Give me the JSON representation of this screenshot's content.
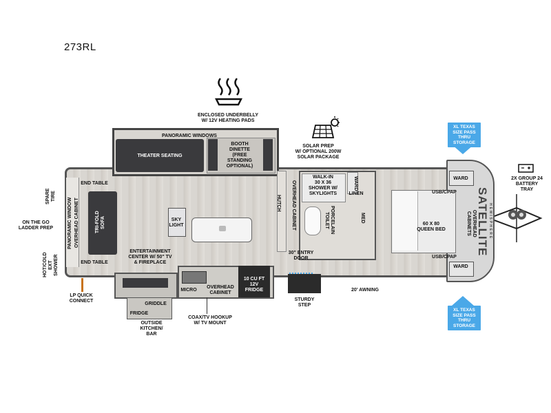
{
  "model_name": "273RL",
  "brand_logo": "SATELLITE",
  "brand_sub": "HEMISPHERE",
  "labels": {
    "enclosed_underbelly": "ENCLOSED UNDERBELLY\nW/ 12V HEATING PADS",
    "panoramic_windows": "PANORAMIC WINDOWS",
    "theater_seating": "THEATER SEATING",
    "booth_dinette": "BOOTH\nDINETTE\n(FREE\nSTANDING\nOPTIONAL)",
    "solar_prep": "SOLAR PREP\nW/ OPTIONAL 200W\nSOLAR PACKAGE",
    "xl_storage_top": "XL TEXAS SIZE\nPASS THRU\nSTORAGE",
    "xl_storage_bottom": "XL TEXAS SIZE\nPASS THRU\nSTORAGE",
    "battery_tray": "2X GROUP 24\nBATTERY\nTRAY",
    "spare_tire": "SPARE\nTIRE",
    "on_the_go_ladder": "ON THE GO\nLADDER PREP",
    "hot_cold_shower": "HOT/COLD\nEXT SHOWER",
    "lp_quick_connect": "LP QUICK\nCONNECT",
    "end_table_top": "END TABLE",
    "end_table_bottom": "END TABLE",
    "panoramic_window_side": "PANORAMIC WINDOW",
    "overhead_cabinet_side": "OVERHEAD CABINET",
    "tri_fold_sofa": "TRI-FOLD\nSOFA",
    "sky_light": "SKY\nLIGHT",
    "entertainment_center": "ENTERTAINMENT\nCENTER W/ 50\" TV\n& FIREPLACE",
    "overhead_cabinet_kitchen": "OVERHEAD CABINET",
    "hutch": "HUTCH",
    "walk_in_shower": "WALK-IN\n30 X 36\nSHOWER W/\nSKYLIGHTS",
    "ward_bath": "WARD",
    "linen": "LINEN",
    "porcelain_toilet": "PORCELAIN\nTOILET",
    "med": "MED",
    "ward_top": "WARD",
    "usb_cpap_top": "USB/CPAP",
    "queen_bed": "60 X 80\nQUEEN BED",
    "overhead_cabinets_bed": "OVERHEAD\nCABINETS",
    "usb_cpap_bottom": "USB/CPAP",
    "ward_bottom": "WARD",
    "entry_door": "30\" ENTRY\nDOOR",
    "awning": "20' AWNING",
    "sturdy_step": "STURDY\nSTEP",
    "micro": "MICRO",
    "overhead_cabinet_bottom": "OVERHEAD\nCABINET",
    "fridge_12v": "10 CU FT\n12V\nFRIDGE",
    "griddle": "GRIDDLE",
    "fridge_outside": "FRIDGE",
    "outside_kitchen": "OUTSIDE\nKITCHEN/\nBAR",
    "coax_tv": "COAX/TV HOOKUP\nW/ TV MOUNT"
  },
  "colors": {
    "badge_blue": "#4aa8e8",
    "dark_furniture": "#3a3a3d",
    "wall": "#5a5a5a",
    "floor": "#d9d6d1"
  },
  "icons": [
    "heat-pad-icon",
    "solar-panel-icon",
    "battery-icon",
    "sun-icon",
    "sink-icon"
  ]
}
